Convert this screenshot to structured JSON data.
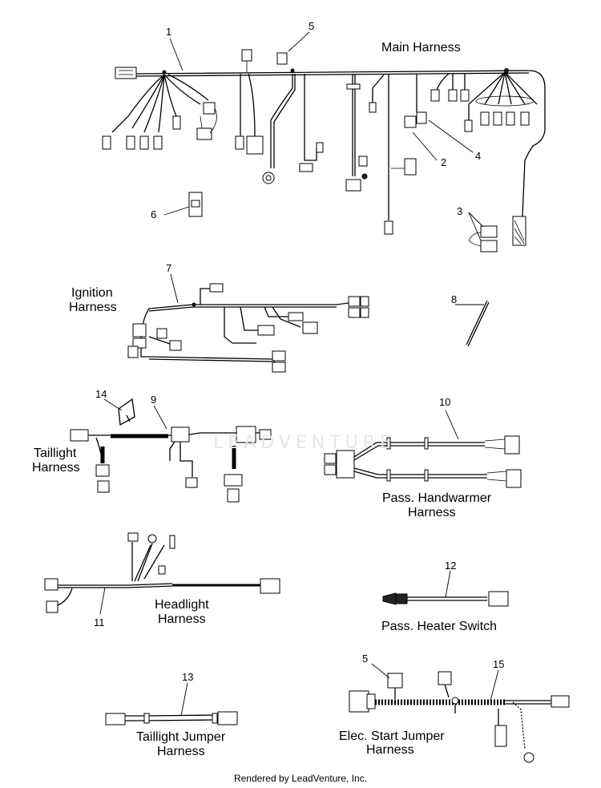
{
  "footer": "Rendered by LeadVenture, Inc.",
  "watermark": "LEADVENTURE",
  "labels": {
    "main": "Main Harness",
    "ignition_1": "Ignition",
    "ignition_2": "Harness",
    "taillight_1": "Taillight",
    "taillight_2": "Harness",
    "handwarmer_1": "Pass. Handwarmer",
    "handwarmer_2": "Harness",
    "headlight_1": "Headlight",
    "headlight_2": "Harness",
    "heater_switch": "Pass. Heater Switch",
    "tl_jumper_1": "Taillight Jumper",
    "tl_jumper_2": "Harness",
    "estart_1": "Elec. Start Jumper",
    "estart_2": "Harness"
  },
  "callouts": {
    "c1": "1",
    "c5a": "5",
    "c2": "2",
    "c4": "4",
    "c3": "3",
    "c6": "6",
    "c7": "7",
    "c8": "8",
    "c14": "14",
    "c9": "9",
    "c10": "10",
    "c11": "11",
    "c12": "12",
    "c13": "13",
    "c5b": "5",
    "c15": "15"
  }
}
